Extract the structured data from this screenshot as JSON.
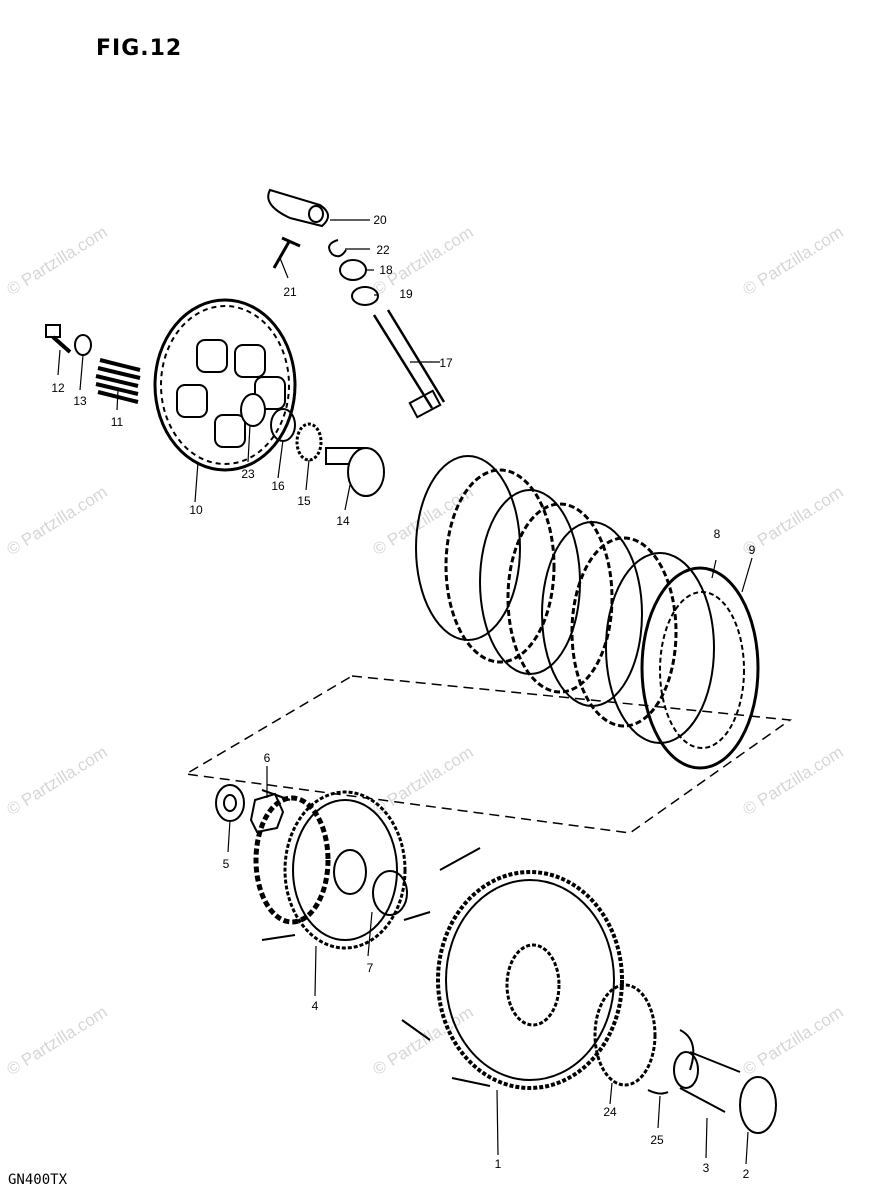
{
  "figure_title": "FIG.12",
  "model_code": "GN400TX",
  "watermark_text": "© Partzilla.com",
  "colors": {
    "ink": "#000000",
    "paper": "#ffffff",
    "watermark": "#d6d6d6"
  },
  "parts": [
    {
      "num": "1"
    },
    {
      "num": "2"
    },
    {
      "num": "3"
    },
    {
      "num": "4"
    },
    {
      "num": "5"
    },
    {
      "num": "6"
    },
    {
      "num": "7"
    },
    {
      "num": "8"
    },
    {
      "num": "9"
    },
    {
      "num": "10"
    },
    {
      "num": "11"
    },
    {
      "num": "12"
    },
    {
      "num": "13"
    },
    {
      "num": "14"
    },
    {
      "num": "15"
    },
    {
      "num": "16"
    },
    {
      "num": "17"
    },
    {
      "num": "18"
    },
    {
      "num": "19"
    },
    {
      "num": "20"
    },
    {
      "num": "21"
    },
    {
      "num": "22"
    },
    {
      "num": "23"
    },
    {
      "num": "24"
    },
    {
      "num": "25"
    }
  ]
}
